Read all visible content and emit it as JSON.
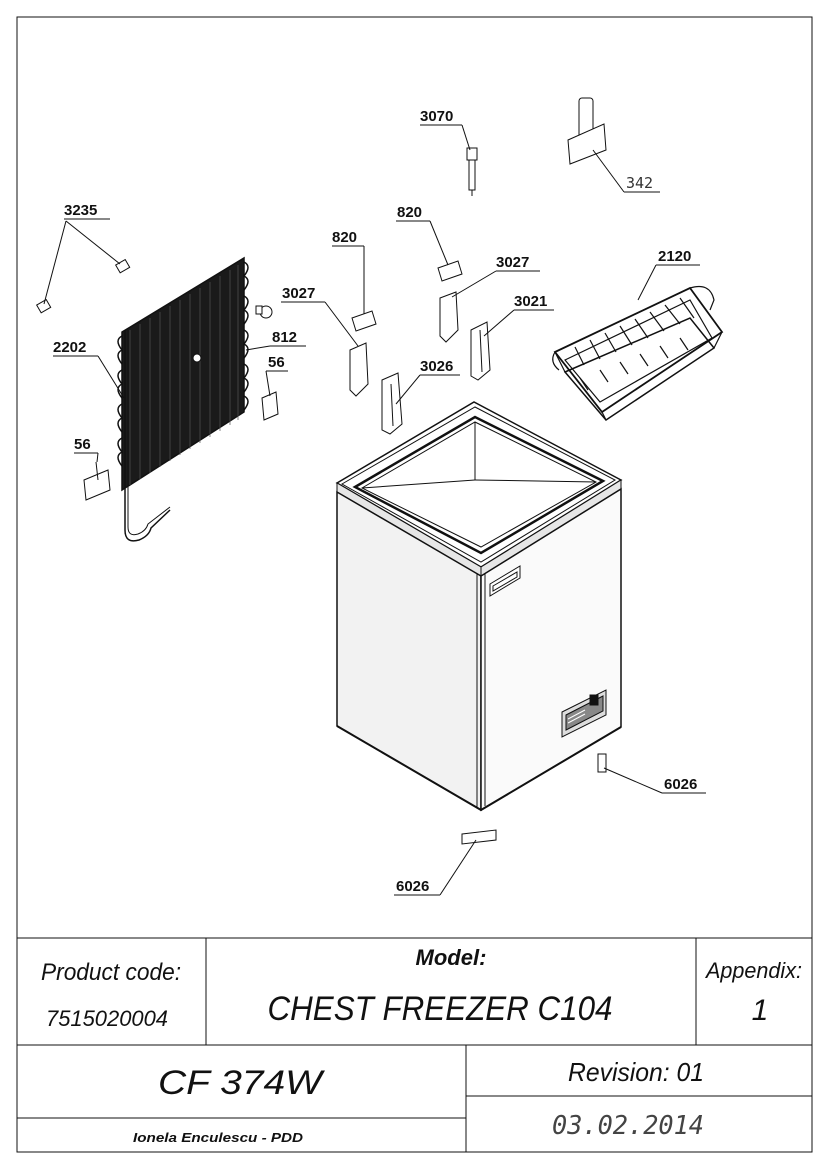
{
  "drawing": {
    "part_labels": [
      {
        "id": "p3070",
        "text": "3070"
      },
      {
        "id": "p342",
        "text": "342"
      },
      {
        "id": "p3235",
        "text": "3235"
      },
      {
        "id": "p820a",
        "text": "820"
      },
      {
        "id": "p820b",
        "text": "820"
      },
      {
        "id": "p3027a",
        "text": "3027"
      },
      {
        "id": "p3027b",
        "text": "3027"
      },
      {
        "id": "p2120",
        "text": "2120"
      },
      {
        "id": "p3021",
        "text": "3021"
      },
      {
        "id": "p812",
        "text": "812"
      },
      {
        "id": "p2202",
        "text": "2202"
      },
      {
        "id": "p56a",
        "text": "56"
      },
      {
        "id": "p3026",
        "text": "3026"
      },
      {
        "id": "p56b",
        "text": "56"
      },
      {
        "id": "p6026a",
        "text": "6026"
      },
      {
        "id": "p6026b",
        "text": "6026"
      }
    ]
  },
  "title_block": {
    "product_code_label": "Product code:",
    "product_code_value": "7515020004",
    "model_label": "Model:",
    "model_value": "CHEST FREEZER C104",
    "appendix_label": "Appendix:",
    "appendix_value": "1",
    "variant": "CF 374W",
    "revision": "Revision: 01",
    "author": "Ionela Enculescu - PDD",
    "date": "03.02.2014"
  }
}
